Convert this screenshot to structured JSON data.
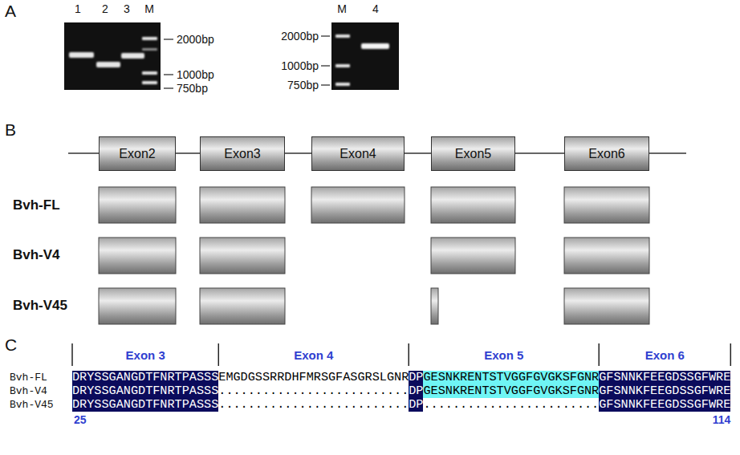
{
  "diagram": {
    "nodes": [
      {
        "text": [
          "Exon2"
        ]
      },
      {
        "text": [
          "Exon3"
        ]
      },
      {
        "text": [
          "Exon4"
        ]
      },
      {
        "text": [
          "Exon5"
        ]
      },
      {
        "text": [
          "Exon6"
        ]
      }
    ],
    "edges": [],
    "labels": [
      "A",
      "1",
      "2",
      "3",
      "M",
      "2000bp",
      "1000bp",
      "750bp",
      "M",
      "4",
      "2000bp",
      "1000bp",
      "750bp",
      "B",
      "Bvh-FL",
      "Bvh-V4",
      "Bvh-V45",
      "C",
      "Exon 3",
      "Exon 4",
      "Exon 5",
      "Exon 6",
      "Bvh-FL",
      "Bvh-V4",
      "Bvh-V45",
      "DRYSSGANGDTFNRTPASSS",
      "EMGDGSSRRDHFMRSGFASGRSLGNR",
      "DP",
      "GESNKRENTSTVGGFGVGKSFGNR",
      "GFSNNKFEEGDSSGFWRE",
      "DRYSSGANGDTFNRTPASSS",
      "..........................",
      "DP",
      "GESNKRENTSTVGGFGVGKSFGNR",
      "GFSNNKFEEGDSSGFWRE",
      "DRYSSGANGDTFNRTPASSS",
      "..........................",
      "DP",
      "........................",
      "GFSNNKFEEGDSSGFWRE",
      "25",
      "114"
    ]
  }
}
